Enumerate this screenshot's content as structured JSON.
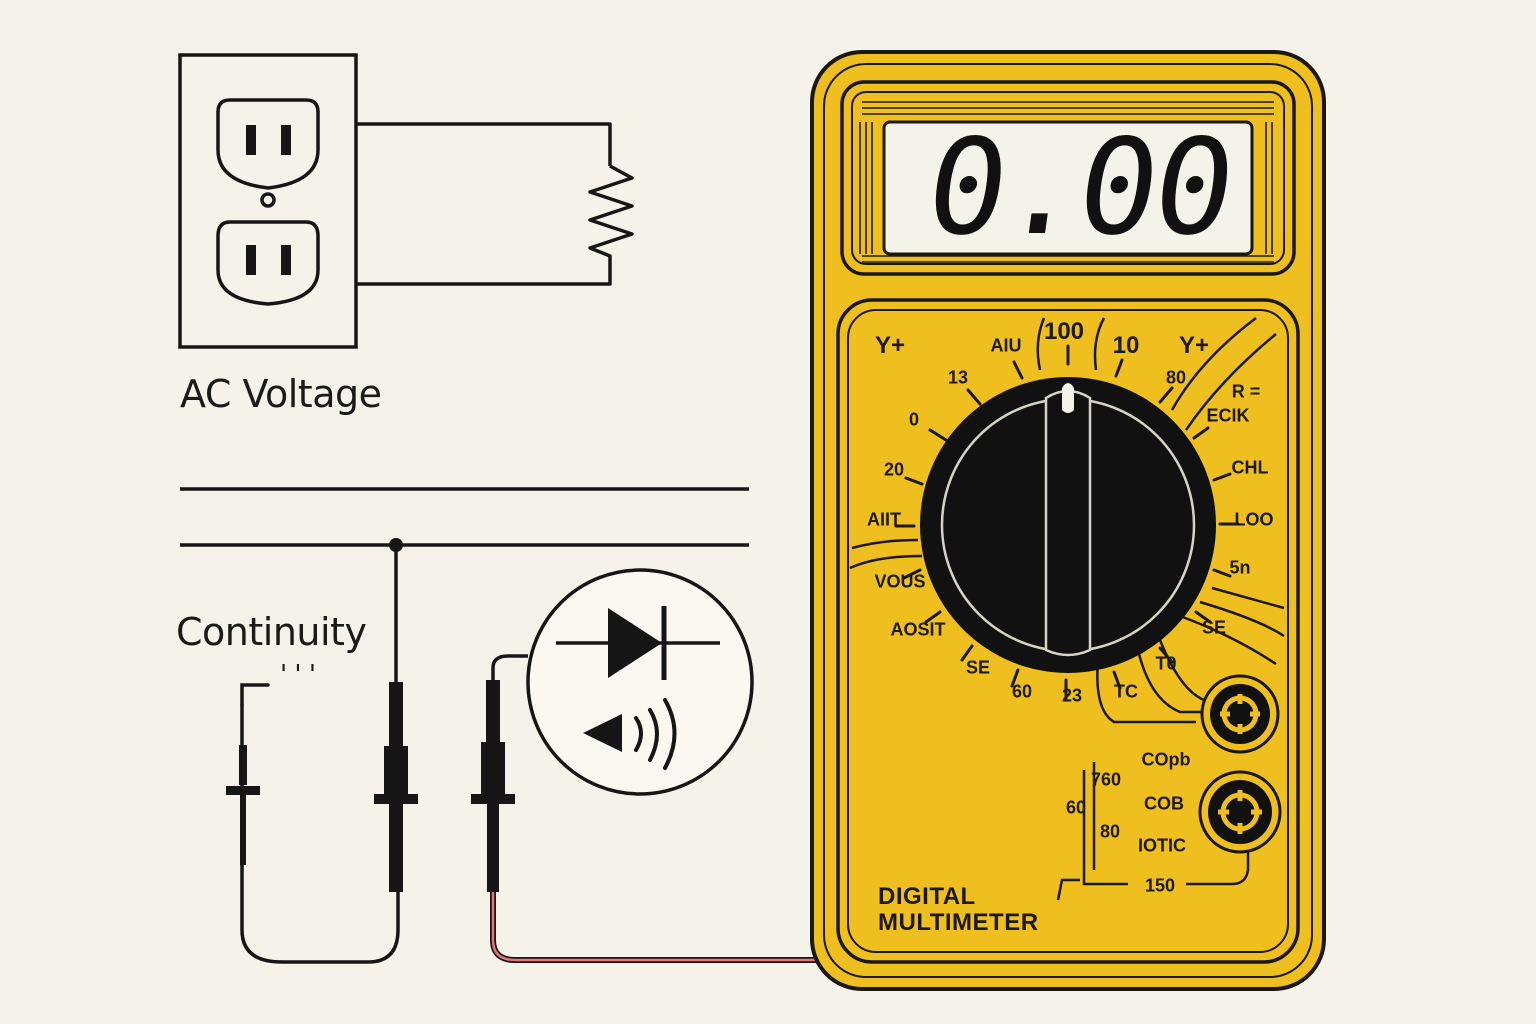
{
  "labels": {
    "ac_voltage": "AC Voltage",
    "continuity": "Continuity",
    "continuity_fragment": "' ' '"
  },
  "meter": {
    "reading": "0.00",
    "brand_line1": "DIGITAL",
    "brand_line2": "MULTIMETER",
    "scales": {
      "y_plus_left": "Y+",
      "aiu": "AIU",
      "s100": "100",
      "s10": "10",
      "y_plus_right": "Y+",
      "s13": "13",
      "s80_top": "80",
      "r_eq": "R =",
      "ecik": "ECIK",
      "s0": "0",
      "s20": "20",
      "chl": "CHL",
      "ait": "AIIT",
      "loo": "LOO",
      "vous": "VOUS",
      "s5n": "5n",
      "aosit": "AOSIT",
      "se_right": "SE",
      "se_left": "SE",
      "t0": "T0",
      "s60_bottom": "60",
      "s23": "23",
      "tc": "TC",
      "s760": "760",
      "s60_side": "60",
      "s80_side": "80",
      "copb": "COpb",
      "cob": "COB",
      "iotic": "IOTIC",
      "s150": "150"
    }
  },
  "colors": {
    "meter_yellow": "#efbf1f",
    "meter_outline": "#1a1810",
    "knob": "#111111",
    "line": "#161616",
    "red_lead": "#e8737f",
    "background": "#f5f2ea"
  }
}
